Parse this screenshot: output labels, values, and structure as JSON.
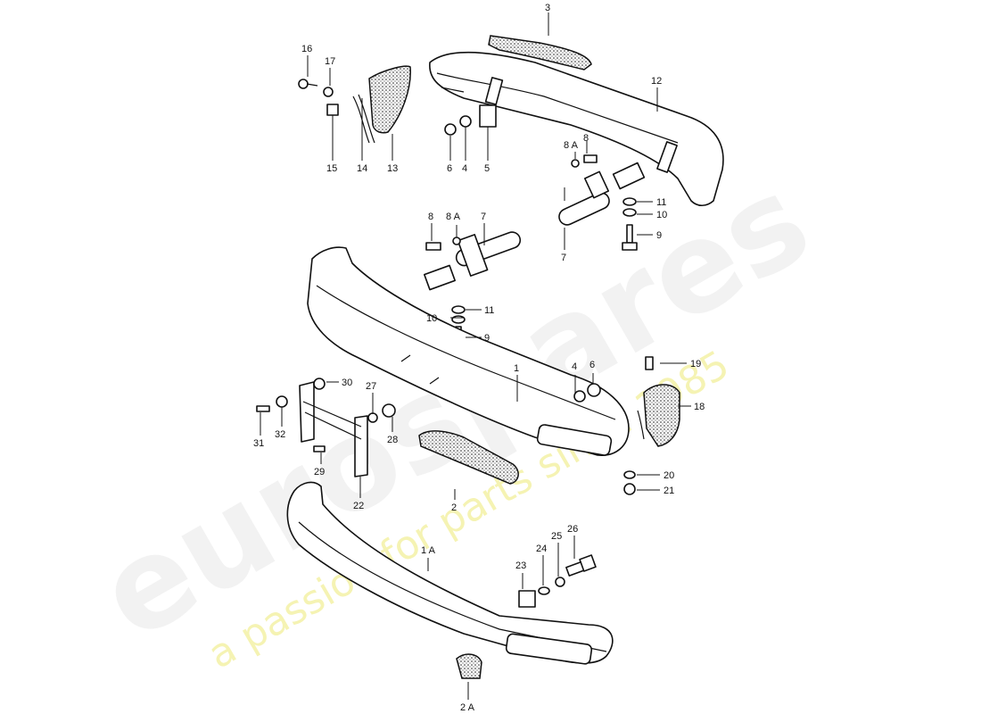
{
  "watermark": {
    "brand": "eurospares",
    "tagline": "a passion for parts since 1985"
  },
  "callouts": {
    "c1": "1",
    "c1a": "1 A",
    "c2": "2",
    "c2a": "2 A",
    "c3": "3",
    "c4a": "4",
    "c4b": "4",
    "c5": "5",
    "c6a": "6",
    "c6b": "6",
    "c7a": "7",
    "c7b": "7",
    "c8a": "8",
    "c8b": "8",
    "c8aa": "8 A",
    "c8ab": "8 A",
    "c9a": "9",
    "c9b": "9",
    "c10a": "10",
    "c10b": "10",
    "c11a": "11",
    "c11b": "11",
    "c12": "12",
    "c13": "13",
    "c14": "14",
    "c15": "15",
    "c16": "16",
    "c17": "17",
    "c18": "18",
    "c19": "19",
    "c20": "20",
    "c21": "21",
    "c22": "22",
    "c23": "23",
    "c24": "24",
    "c25": "25",
    "c26": "26",
    "c27": "27",
    "c28": "28",
    "c29": "29",
    "c30": "30",
    "c31": "31",
    "c32": "32"
  }
}
